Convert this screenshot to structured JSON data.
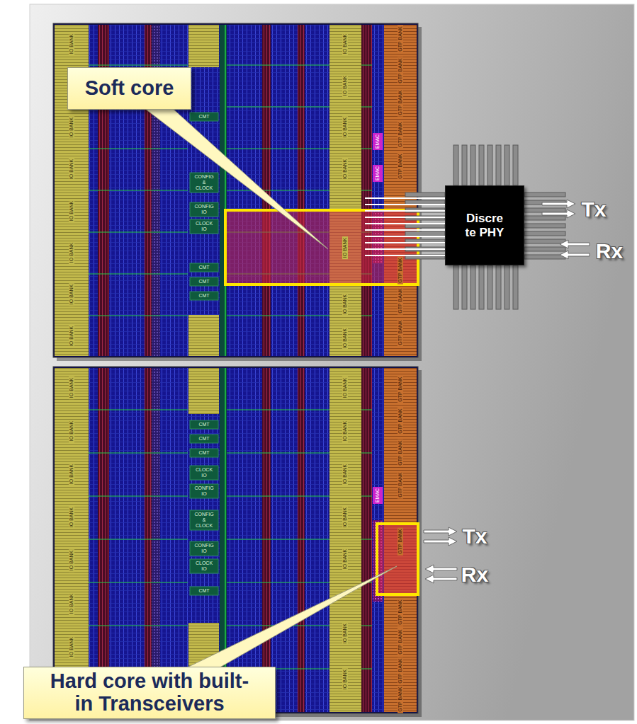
{
  "diagram": {
    "nodes": [
      {
        "text": [
          "Soft core"
        ]
      },
      {
        "text": [
          "Discre te PHY"
        ]
      },
      {
        "text": [
          "Hard core with built-in Transceivers"
        ]
      }
    ],
    "labels": [
      "IO BANK",
      "IO BANK",
      "IO BANK",
      "IO BANK",
      "IO BANK",
      "IO BANK",
      "IO BANK",
      "CMT",
      "CONFIG & CLOCK",
      "CONFIG IO",
      "CLOCK IO",
      "CMT",
      "CMT",
      "CMT",
      "IO BANK",
      "IO BANK",
      "IO BANK",
      "IO BANK",
      "IO BANK",
      "IO BANK",
      "IO BANK",
      "EMAC",
      "EMAC",
      "GTP BANK",
      "GTP BANK",
      "GTP BANK",
      "GTP BANK",
      "GTP BANK",
      "GTP BANK",
      "GTP BANK",
      "GTP BANK",
      "Tx",
      "Rx",
      "IO BANK",
      "IO BANK",
      "IO BANK",
      "IO BANK",
      "IO BANK",
      "IO BANK",
      "IO BANK",
      "CMT",
      "CMT",
      "CMT",
      "CLOCK IO",
      "CONFIG IO",
      "CONFIG & CLOCK",
      "CONFIG IO",
      "CLOCK IO",
      "CMT",
      "IO BANK",
      "IO BANK",
      "IO BANK",
      "IO BANK",
      "IO BANK",
      "IO BANK",
      "IO BANK",
      "EMAC",
      "GTP BANK",
      "GTP BANK",
      "GTP BANK",
      "GTP BANK",
      "GTP BANK",
      "GTP BANK",
      "GTP BANK",
      "GTP BANK",
      "GTP BANK",
      "Tx",
      "Rx"
    ]
  }
}
